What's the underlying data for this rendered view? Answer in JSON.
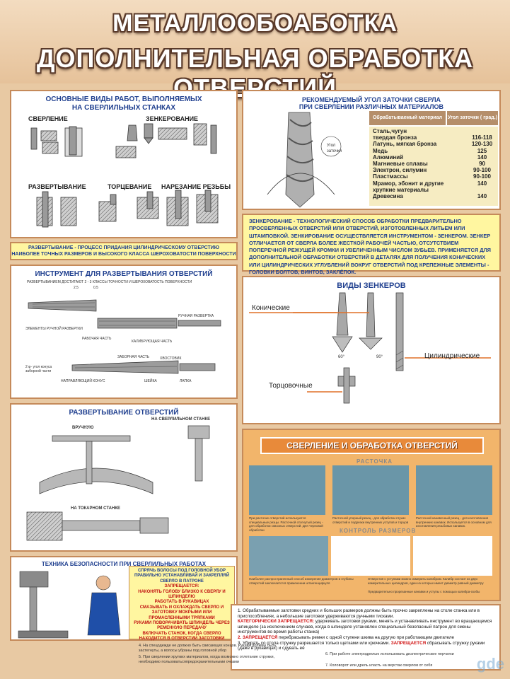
{
  "header": {
    "title1": "МЕТАЛЛООБОАБОТКА",
    "title2": "ДОПОЛНИТЕЛЬНАЯ ОБРАБОТКА ОТВЕРСТИЙ"
  },
  "types_panel": {
    "title_line1": "ОСНОВНЫЕ ВИДЫ РАБОТ, ВЫПОЛНЯЕМЫХ",
    "title_line2": "НА СВЕРЛИЛЬНЫХ СТАНКАХ",
    "labels": [
      "СВЕРЛЕНИЕ",
      "ЗЕНКЕРОВАНИЕ",
      "РАЗВЕРТЫВАНИЕ",
      "ТОРЦЕВАНИЕ",
      "НАРЕЗАНИЕ РЕЗЬБЫ"
    ]
  },
  "reaming_def": {
    "line1": "РАЗВЕРТЫВАНИЕ - ПРОЦЕСС ПРИДАНИЯ ЦИЛИНДРИЧЕСКОМУ ОТВЕРСТИЮ",
    "line2": "НАИБОЛЕЕ ТОЧНЫХ РАЗМЕРОВ И ВЫСОКОГО КЛАССА ШЕРОХОВАТОСТИ ПОВЕРХНОСТИ"
  },
  "angle_panel": {
    "title_line1": "РЕКОМЕНДУЕМЫЙ УГОЛ ЗАТОЧКИ СВЕРЛА",
    "title_line2": "ПРИ СВЕРЛЕНИИ РАЗЛИЧНЫХ МАТЕРИАЛОВ",
    "callout1": "Угол",
    "callout2": "заточки",
    "col_material": "Обрабатываемый материал",
    "col_angle": "Угол заточки ( град.)",
    "rows": [
      {
        "material": "Сталь,чугун",
        "angle": ""
      },
      {
        "material": "твердая бронза",
        "angle": "116-118"
      },
      {
        "material": "Латунь, мягкая бронза",
        "angle": "120-130"
      },
      {
        "material": "Медь",
        "angle": "125"
      },
      {
        "material": "Алюминий",
        "angle": "140"
      },
      {
        "material": "Магниевые сплавы",
        "angle": "90"
      },
      {
        "material": "Электрон, силумин",
        "angle": "90-100"
      },
      {
        "material": "Пластмассы",
        "angle": "90-100"
      },
      {
        "material": "Мрамор, эбонит и другие",
        "angle": "140"
      },
      {
        "material": "хрупкие материалы",
        "angle": ""
      },
      {
        "material": "Древесина",
        "angle": "140"
      }
    ]
  },
  "zenk_text": "ЗЕНКЕРОВАНИЕ - ТЕХНОЛОГИЧЕСКИЙ СПОСОБ ОБРАБОТКИ ПРЕДВАРИТЕЛЬНО ПРОСВЕРЛЕННЫХ ОТВЕРСТИЙ ИЛИ ОТВЕРСТИЙ, ИЗГОТОВЛЕННЫХ ЛИТЬЕМ ИЛИ ШТАМПОВКОЙ. ЗЕНКИРОВАНИЕ ОСУЩЕСТВЛЯЕТСЯ ИНСТРУМЕНТОМ - ЗЕНКЕРОМ. ЗЕНКЕР ОТЛИЧАЕТСЯ ОТ СВЕРЛА БОЛЕЕ ЖЕСТКОЙ РАБОЧЕЙ ЧАСТЬЮ, ОТСУТСТВИЕМ ПОПЕРЕЧНОЙ РЕЖУЩЕЙ КРОМКИ И УВЕЛИЧЕННЫМ ЧИСЛОМ ЗУБЬЕВ. ПРИМЕНЯЕТСЯ ДЛЯ ДОПОЛНИТЕЛЬНОЙ ОБРАБОТКИ ОТВЕРСТИЙ В ДЕТАЛЯХ ДЛЯ ПОЛУЧЕНИЯ КОНИЧЕСКИХ ИЛИ ЦИЛИНДРИЧЕСКИХ УГЛУБЛЕНИЙ ВОКРУГ ОТВЕРСТИЙ ПОД КРЕПЕЖНЫЕ ЭЛЕМЕНТЫ - ГОЛОВКИ БОЛТОВ, ВИНТОВ, ЗАКЛЁПОК.",
  "tool_panel": {
    "title": "ИНСТРУМЕНТ ДЛЯ РАЗВЕРТЫВАНИЯ ОТВЕРСТИЙ",
    "subtitle": "РАЗВЕРТЫВАНИЕМ ДОСТИГАЮТ 2 - 3 КЛАССЫ ТОЧНОСТИ И ШЕРОХОВАТОСТЬ ПОВЕРХНОСТИ",
    "tick1": "2.5",
    "tick2": "0.5",
    "lbl_hand": "РУЧНАЯ РАЗВЕРТКА",
    "lbl_elements": "ЭЛЕМЕНТЫ РУЧНОЙ РАЗВЕРТКИ",
    "lbl_work": "РАБОЧАЯ ЧАСТЬ",
    "lbl_calib": "КАЛИБРУЮЩАЯ ЧАСТЬ",
    "lbl_zabor": "ЗАБОРНАЯ ЧАСТЬ",
    "lbl_tail": "ХВОСТОВИК",
    "lbl_cone": "2 φ- угол конуса заборной части",
    "lbl_guide": "НАПРАВЛЯЮЩИЙ КОНУС",
    "lbl_neck": "ШЕЙКА",
    "lbl_lapka": "ЛАПКА"
  },
  "kinds_panel": {
    "title": "ВИДЫ ЗЕНКЕРОВ",
    "conical": "Конические",
    "cylindrical": "Цилиндрические",
    "face": "Торцовочные",
    "a60": "60°",
    "a90": "90°"
  },
  "ream_panel": {
    "title": "РАЗВЕРТЫВАНИЕ ОТВЕРСТИЙ",
    "on_drill": "НА СВЕРЛИЛЬНОМ СТАНКЕ",
    "manual": "ВРУЧНУЮ",
    "on_lathe": "НА ТОКАРНОМ СТАНКЕ"
  },
  "drill_panel": {
    "title": "СВЕРЛЕНИЕ И ОБРАБОТКА ОТВЕРСТИЙ",
    "rastochka": "РАСТОЧКА",
    "control": "КОНТРОЛЬ  РАЗМЕРОВ",
    "cap1": "При расточке отверстий используются специальные резцы. Расточной отогнутый резец - для обработки сквозных отверстий. Для черновой обработки",
    "cap2": "Расточной упорный резец - для обработки глухих отверстий и подрезки внутренних уступов и торцов",
    "cap3": "Расточной канавочный резец - для изготовления внутренних канавок. Используется в основном для изготовления резьбовых канавок.",
    "cap4": "Наиболее распространенный способ измерения диаметров и глубины отверстий заключается в применении штангенциркуля",
    "cap5": "Отверстия с уступами можно измерить калибром. Калибр состоит из двух измерительных цилиндров, один из которых имеет диаметр равный диаметру",
    "cap6": "Предварительно прорезанные канавки и уступы с помощью калибра-скобы"
  },
  "safety_panel": {
    "title": "ТЕХНИКА БЕЗОПАСНОСТИ ПРИ СВЕРЛИЛЬНЫХ РАБОТАХ",
    "line1": "СПРЯЧЬ ВОЛОСЫ ПОД ГОЛОВНОЙ УБОР",
    "line2": "ПРАВИЛЬНО УСТАНАВЛИВАЙ И ЗАКРЕПЛЯЙ",
    "line3": "СВЕРЛО  В ПАТРОНЕ",
    "forbidden": "ЗАПРЕЩАЕТСЯ:",
    "items": [
      "НАКОНЯТЬ ГОЛОВУ БЛИЗКО К СВЕРЛУ И ШПИНДЕЛЮ",
      "РАБОТАТЬ В РУКАВИЦАХ",
      "СМАЗЫВАТЬ И ОХЛАЖДАТЬ СВЕРЛО И ЗАГОТОВКУ МОКРЫМИ ИЛИ ПРОМАСЛЕННЫМИ ТРЯПКАМИ",
      "РУКАМИ ПОВОРАЧИВАТЬ ШПИНДЕЛЬ ЧЕРЕЗ РЕМЕННУЮ ПЕРЕДАЧУ",
      "ВКЛЮЧАТЬ СТАНОК, КОГДА СВЕРЛО НАХОДИТСЯ В ОТВЕРСТИИ ЗАГОТОВКИ"
    ]
  },
  "rules": {
    "r1a": "1. Обрабатываемые заготовки средних и больших размеров должны быть прочно закреплены на столе станка или в приспособлениях, а небольшие заготовки удерживаются ручными тисками.",
    "r1b_red": "КАТЕГОРИЧЕСКИ ЗАПРЕЩАЕТСЯ:",
    "r1b": " удерживать заготовки руками, менять и устанавливать инструмент во вращающемся шпинделе (за исключением случаев, когда в шпинделе установлен специальный безопасный патрон для смены инструментов во время работы станка)",
    "r2_red": "2. ЗАПРЕЩАЕТСЯ",
    "r2": " перебрасывать ремни с одной ступени шкива на другую при работающем двигателе",
    "r3a": "3. Убирать со стола стружку разрешается только щетками или крючками.",
    "r3_red": " ЗАПРЕЩАЕТСЯ",
    "r3b": " сбрасывать стружку руками (даже в рукавицах) и сдувать её",
    "r4": "4. На спецодежде не должно быть свисающих концов. Рукава должны быть застегнуты, а волосы убраны под головной убор",
    "r5": "5. При сверлении хрупких материалов, когда возможно отлетание стружки, необходимо пользоватьсяпредохранительными очками",
    "r6": "6. При работе электродрелью использовать диэлектрические перчатки",
    "r7": "7. Коловорот или дрель класть на верстак сверлом от себя"
  },
  "watermark": "gde"
}
